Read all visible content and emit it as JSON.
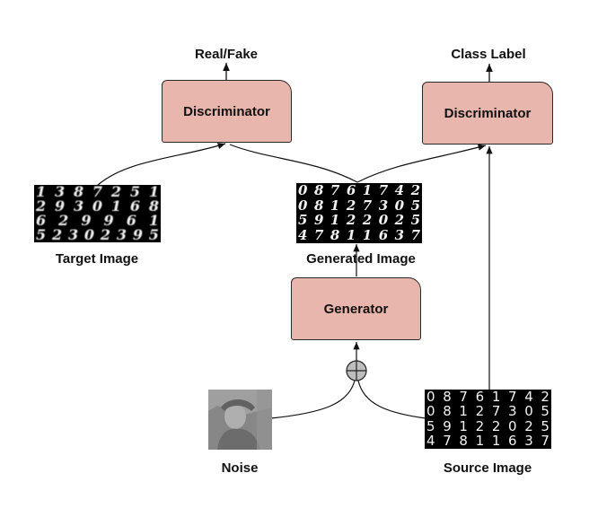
{
  "diagram": {
    "discriminator_left": {
      "label": "Discriminator",
      "output": "Real/Fake"
    },
    "discriminator_right": {
      "label": "Discriminator",
      "output": "Class Label"
    },
    "generator": {
      "label": "Generator"
    },
    "target_image": {
      "label": "Target Image",
      "rows": [
        "1387251",
        "2930168",
        "629961",
        "52302395"
      ]
    },
    "generated_image": {
      "label": "Generated Image",
      "rows": [
        "08761742",
        "08127305",
        "59122025",
        "47811637"
      ]
    },
    "source_image": {
      "label": "Source Image",
      "rows": [
        "08761742",
        "08127305",
        "59122025",
        "47811637"
      ]
    },
    "noise": {
      "label": "Noise"
    },
    "colors": {
      "box_fill": "#e8b6ad",
      "box_border": "#2a2a2a",
      "combine_node": "#bdbdbd"
    },
    "icons": {
      "combine_node": "circled-plus-icon"
    }
  }
}
